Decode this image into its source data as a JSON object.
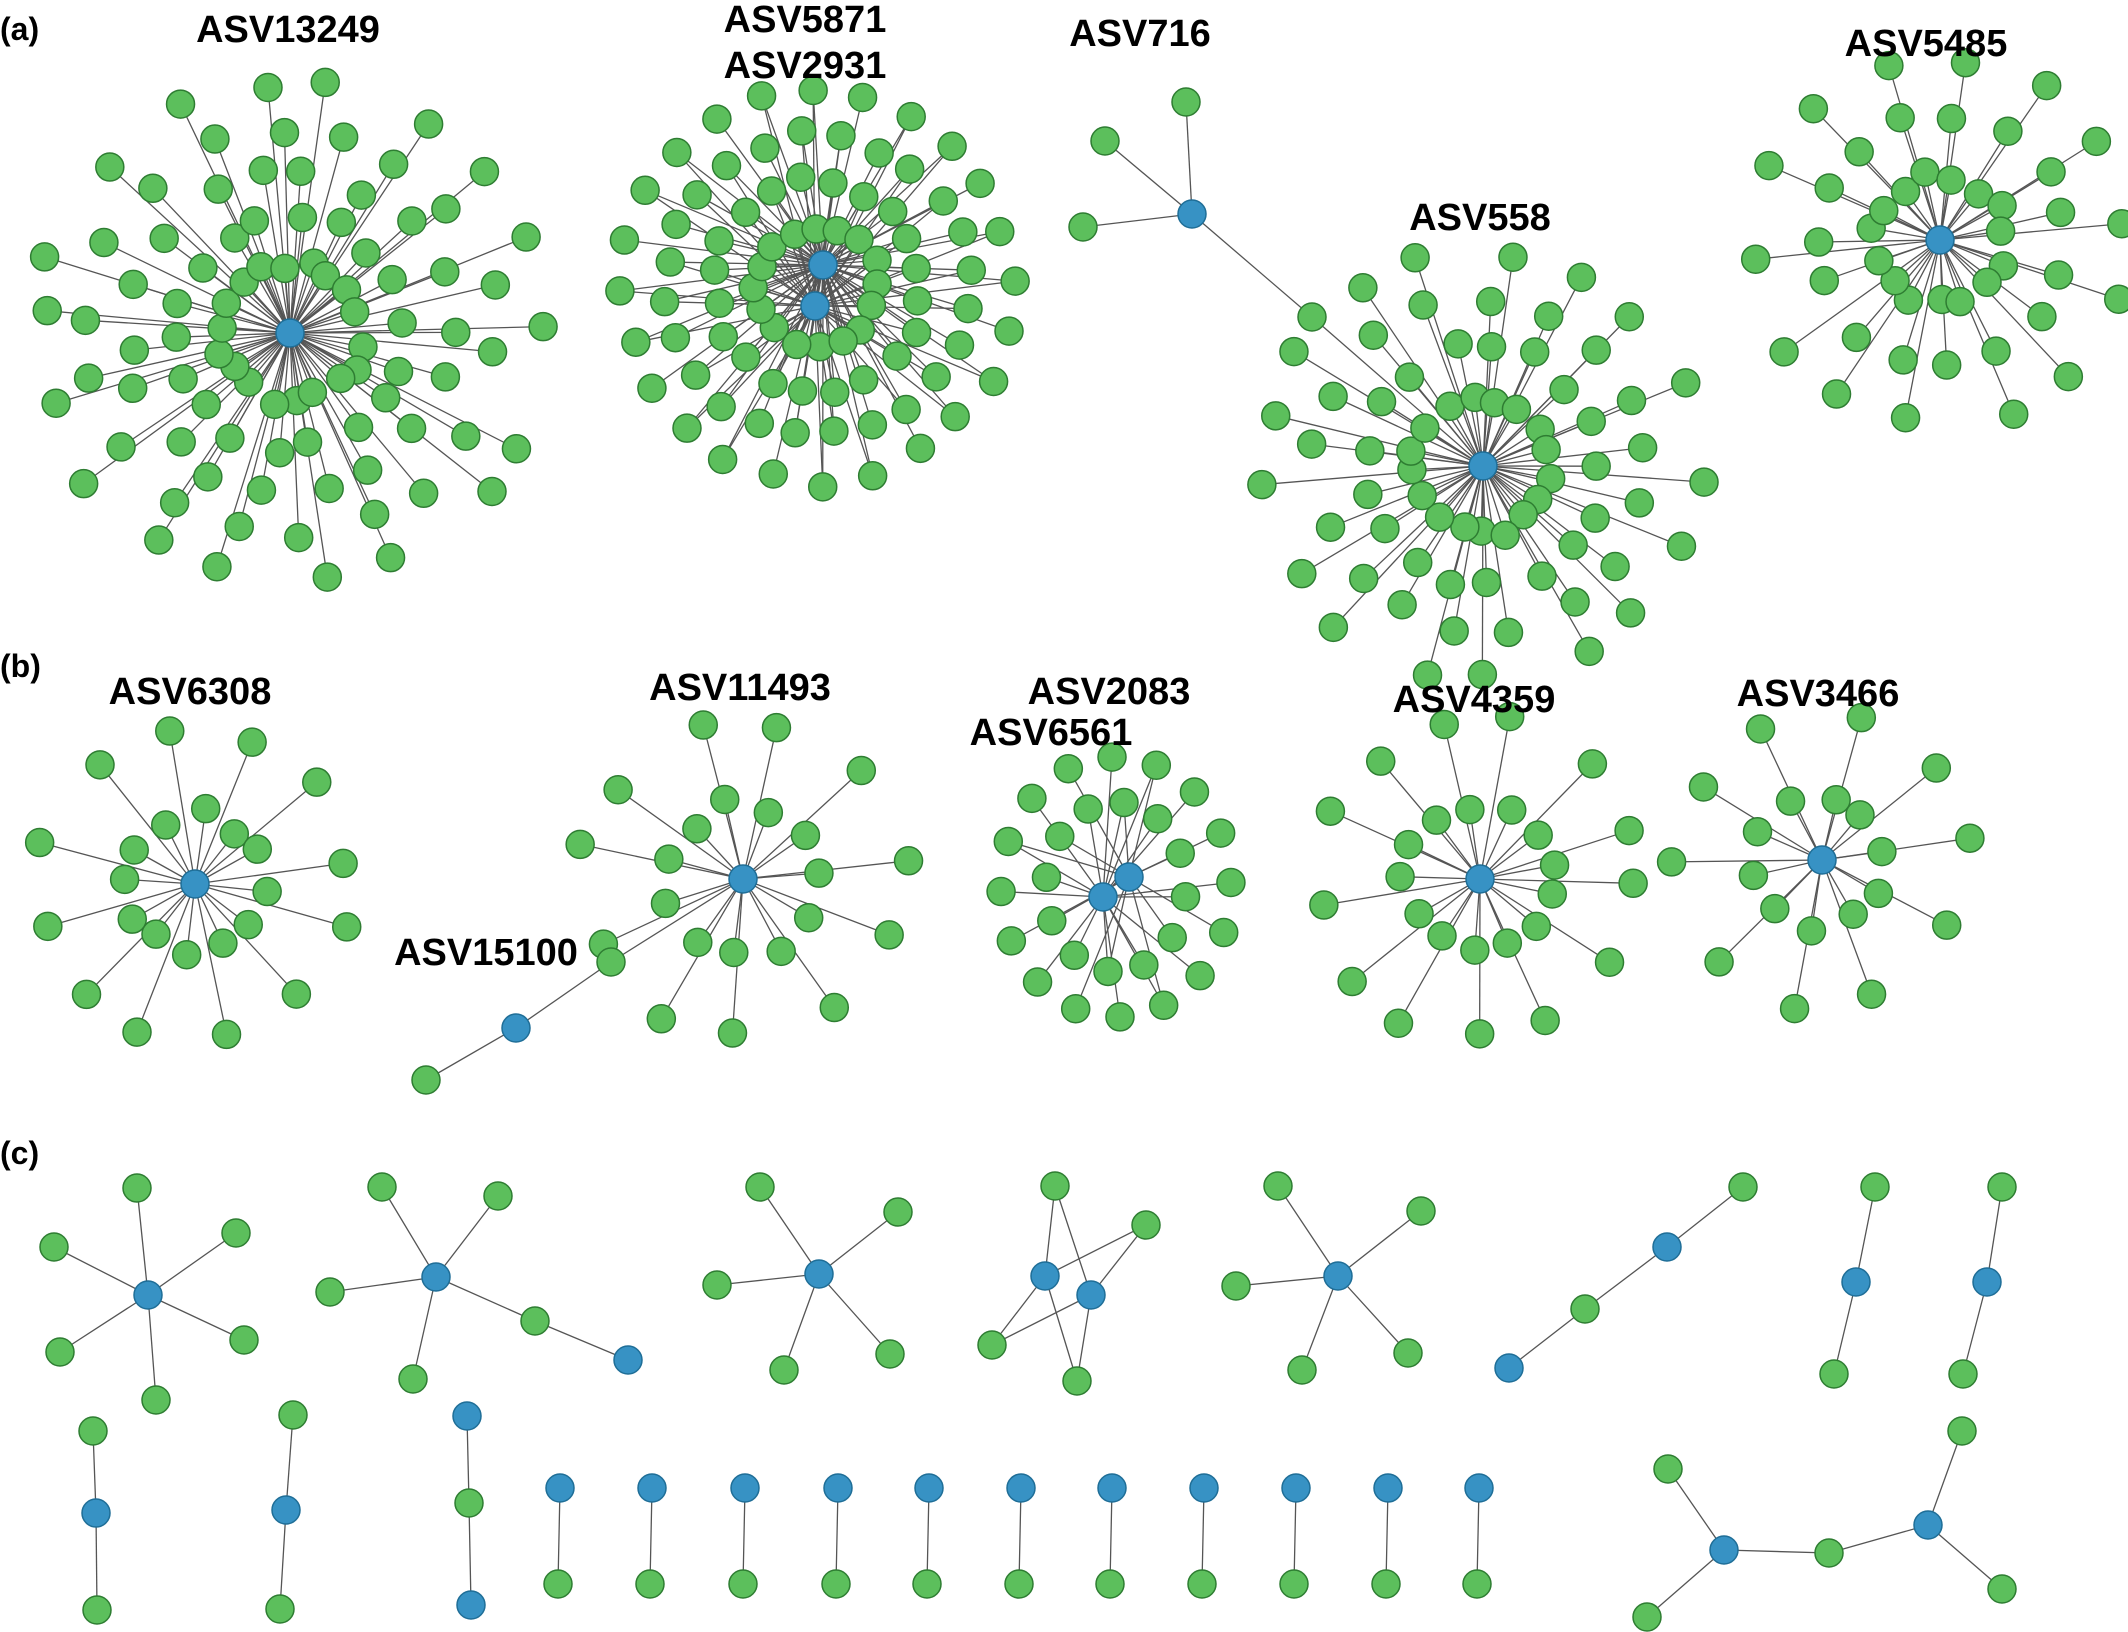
{
  "panel_labels": [
    "(a)",
    "(b)",
    "(c)"
  ],
  "hub_labels": [
    "ASV13249",
    "ASV5871",
    "ASV2931",
    "ASV716",
    "ASV558",
    "ASV5485",
    "ASV6308",
    "ASV11493",
    "ASV15100",
    "ASV2083",
    "ASV6561",
    "ASV4359",
    "ASV3466"
  ],
  "colors": {
    "hub_node": "#3792c4",
    "leaf_node": "#5cbf5c",
    "node_outline": "#2e7d32",
    "hub_outline": "#1f6e97",
    "edge": "#555555"
  }
}
